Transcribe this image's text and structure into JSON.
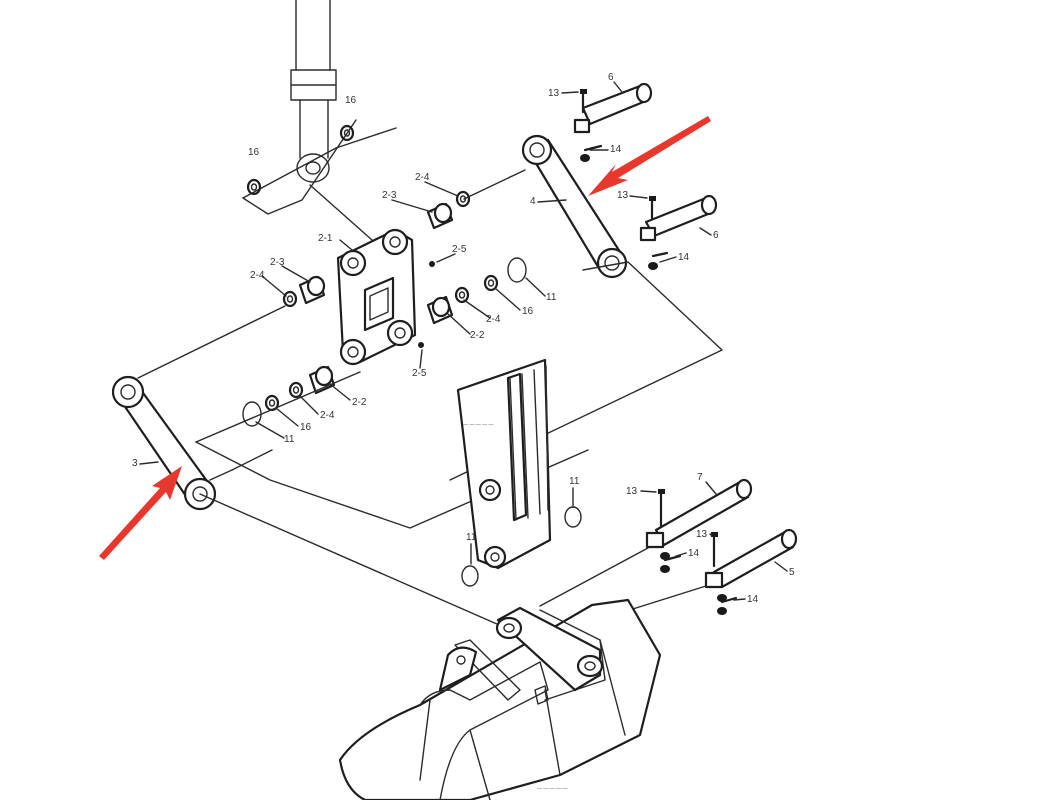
{
  "diagram": {
    "arrow_color": "#e8372c",
    "labels": {
      "boom_pin_washer_a": "16",
      "boom_pin_washer_b": "16",
      "link_upper_pin_bolt": "13",
      "link_upper_pin": "6",
      "link_upper_pin_lock": "14",
      "link_right": "4",
      "link_right_lower_bolt": "13",
      "link_right_lower_pin": "6",
      "link_right_lower_lock": "14",
      "part_2_4_top": "2-4",
      "part_2_3_top": "2-3",
      "part_2_1": "2-1",
      "part_2_5_top": "2-5",
      "part_2_4_left": "2-4",
      "part_2_3_left": "2-3",
      "oring_right": "11",
      "washer_right": "16",
      "part_2_4_right": "2-4",
      "part_2_2_right": "2-2",
      "part_2_5_bottom": "2-5",
      "link_left": "3",
      "part_2_2_bottom": "2-2",
      "part_2_4_bottom": "2-4",
      "washer_bottom": "16",
      "oring_bottom": "11",
      "bucket_pin_bolt_a": "13",
      "bucket_pin_a": "7",
      "bucket_oring_a": "11",
      "bucket_oring_b": "11",
      "bucket_pin_bolt_b": "13",
      "bucket_pin_lock_a": "14",
      "bucket_pin_b": "5",
      "bucket_pin_lock_b": "14"
    }
  }
}
